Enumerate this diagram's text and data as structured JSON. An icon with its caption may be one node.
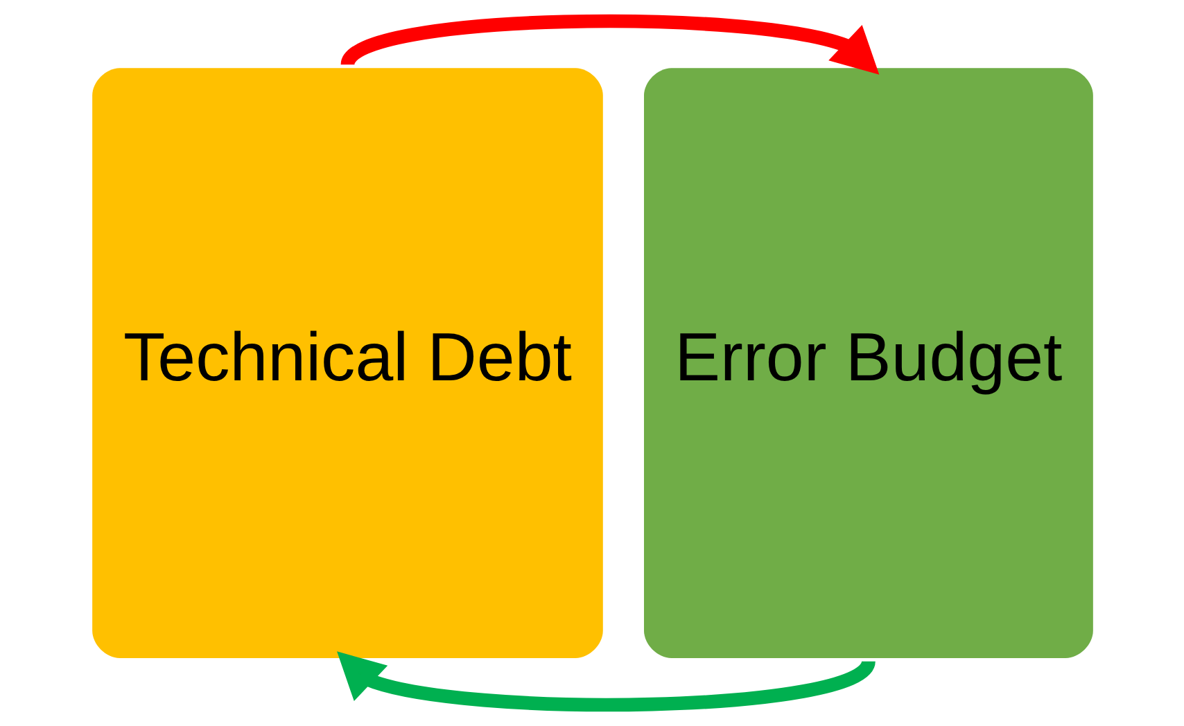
{
  "diagram": {
    "nodes": [
      {
        "text": [
          "Technical Debt"
        ]
      },
      {
        "text": [
          "Error Budget"
        ]
      }
    ],
    "edges": [
      {
        "from": 0,
        "to": 1,
        "arrow": "to",
        "color": "#ff0000"
      },
      {
        "from": 1,
        "to": 0,
        "arrow": "to",
        "color": "#00b050"
      }
    ]
  }
}
